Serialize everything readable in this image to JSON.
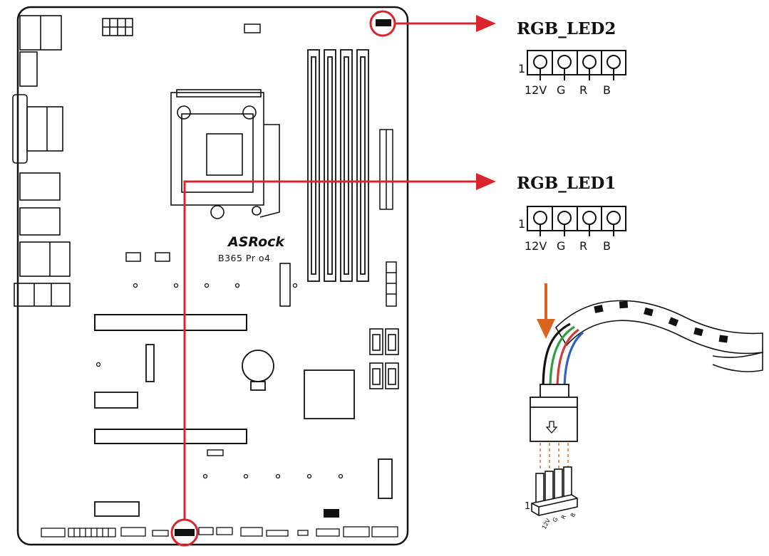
{
  "board": {
    "brand": "ASRock",
    "model": "B365 Pr o4"
  },
  "headers": [
    {
      "id": "rgb_led2",
      "title": "RGB_LED2",
      "pin_one": "1",
      "pins": [
        "12V",
        "G",
        "R",
        "B"
      ]
    },
    {
      "id": "rgb_led1",
      "title": "RGB_LED1",
      "pin_one": "1",
      "pins": [
        "12V",
        "G",
        "R",
        "B"
      ]
    }
  ],
  "cable": {
    "pin_one": "1",
    "pin_labels": [
      "12V",
      "G",
      "R",
      "B"
    ]
  },
  "colors": {
    "callout": "#d9262c",
    "insert_arrow": "#d8641e",
    "outline": "#111111",
    "wire_12v": "#000000",
    "wire_g": "#2e9e3e",
    "wire_r": "#d23a3a",
    "wire_b": "#2f5fc7"
  }
}
